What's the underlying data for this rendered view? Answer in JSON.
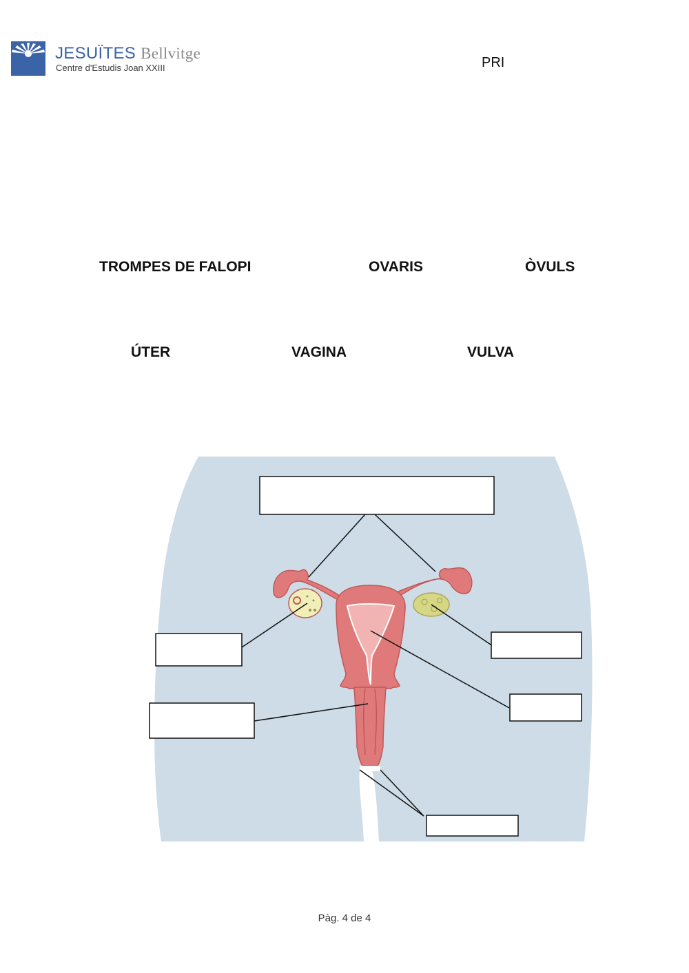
{
  "header": {
    "logo_title_a": "JESUÏTES",
    "logo_title_b": "Bellvitge",
    "logo_subtitle": "Centre d'Estudis Joan XXIII",
    "corner_text": "PRI"
  },
  "word_bank": {
    "row1": [
      "TROMPES DE FALOPI",
      "OVARIS",
      "ÒVULS"
    ],
    "row2": [
      "ÚTER",
      "VAGINA",
      "VULVA"
    ]
  },
  "diagram": {
    "colors": {
      "body": "#cddce6",
      "organ": "#e07a7a",
      "organ_dark": "#c05858",
      "ovary_left": "#f1eeb8",
      "ovary_right": "#d6d684"
    },
    "answer_boxes": [
      {
        "target": "trompes",
        "value": ""
      },
      {
        "target": "ovul",
        "value": ""
      },
      {
        "target": "ovari",
        "value": ""
      },
      {
        "target": "uter",
        "value": ""
      },
      {
        "target": "vagina",
        "value": ""
      },
      {
        "target": "vulva",
        "value": ""
      }
    ]
  },
  "footer": {
    "page_label": "Pàg. 4 de 4"
  }
}
